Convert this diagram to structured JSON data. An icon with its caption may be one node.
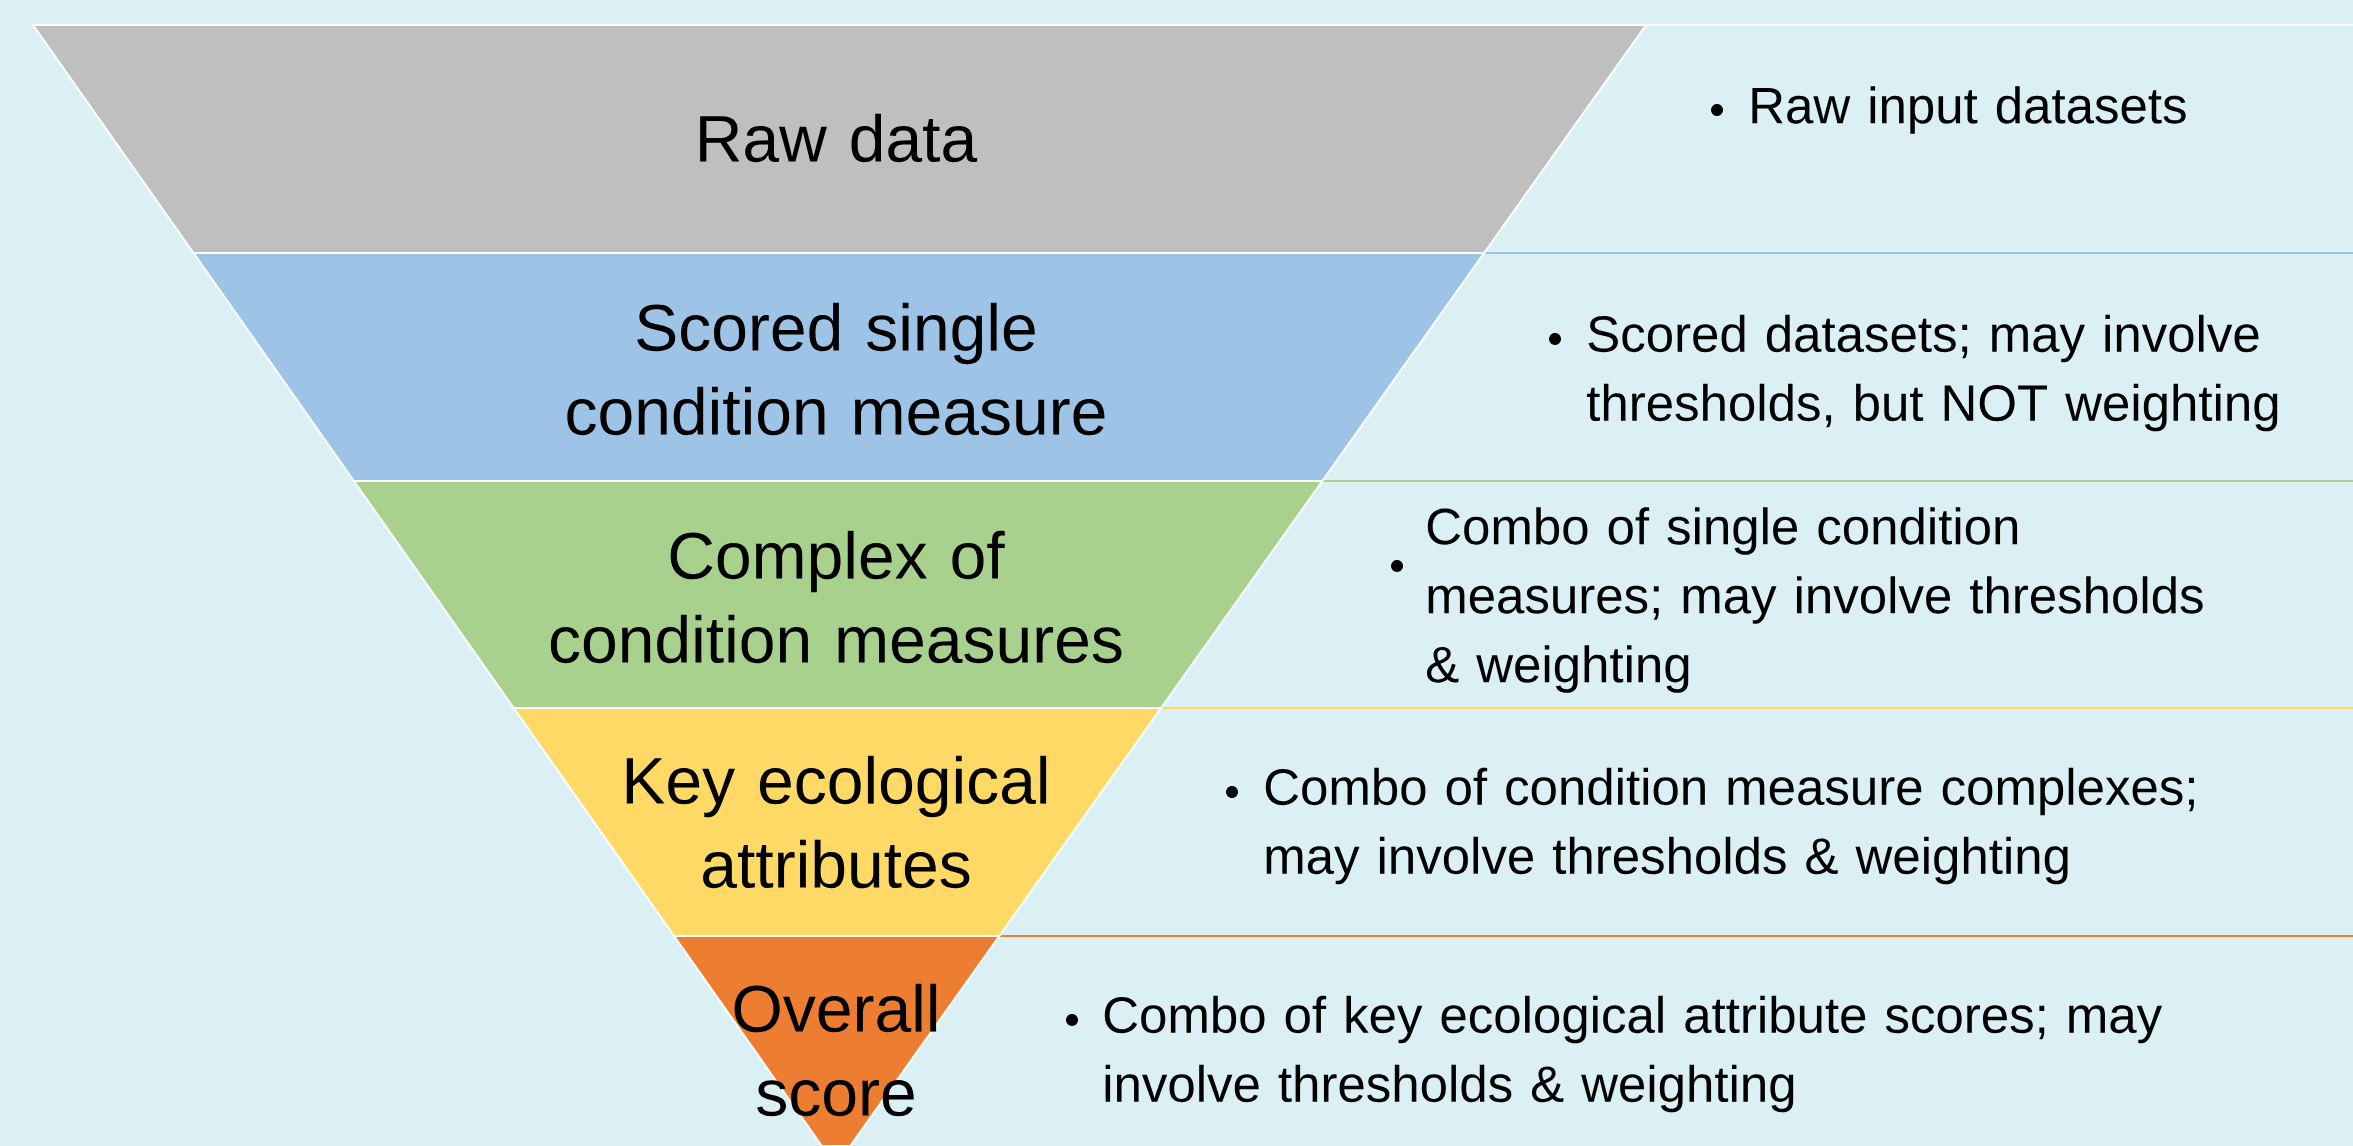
{
  "diagram": {
    "nodes": [
      {
        "text": [
          "Raw data"
        ]
      },
      {
        "text": [
          "Scored single condition measure"
        ]
      },
      {
        "text": [
          "Complex of condition measures"
        ]
      },
      {
        "text": [
          "Key ecological attributes"
        ]
      },
      {
        "text": [
          "Overall score"
        ]
      }
    ],
    "labels": [
      "Raw input datasets",
      "Scored datasets; may involve thresholds, but NOT weighting",
      "Combo of single condition measures; may involve thresholds & weighting",
      "Combo of condition measure complexes; may involve thresholds & weighting",
      "Combo of key ecological attribute scores; may involve thresholds & weighting"
    ]
  }
}
